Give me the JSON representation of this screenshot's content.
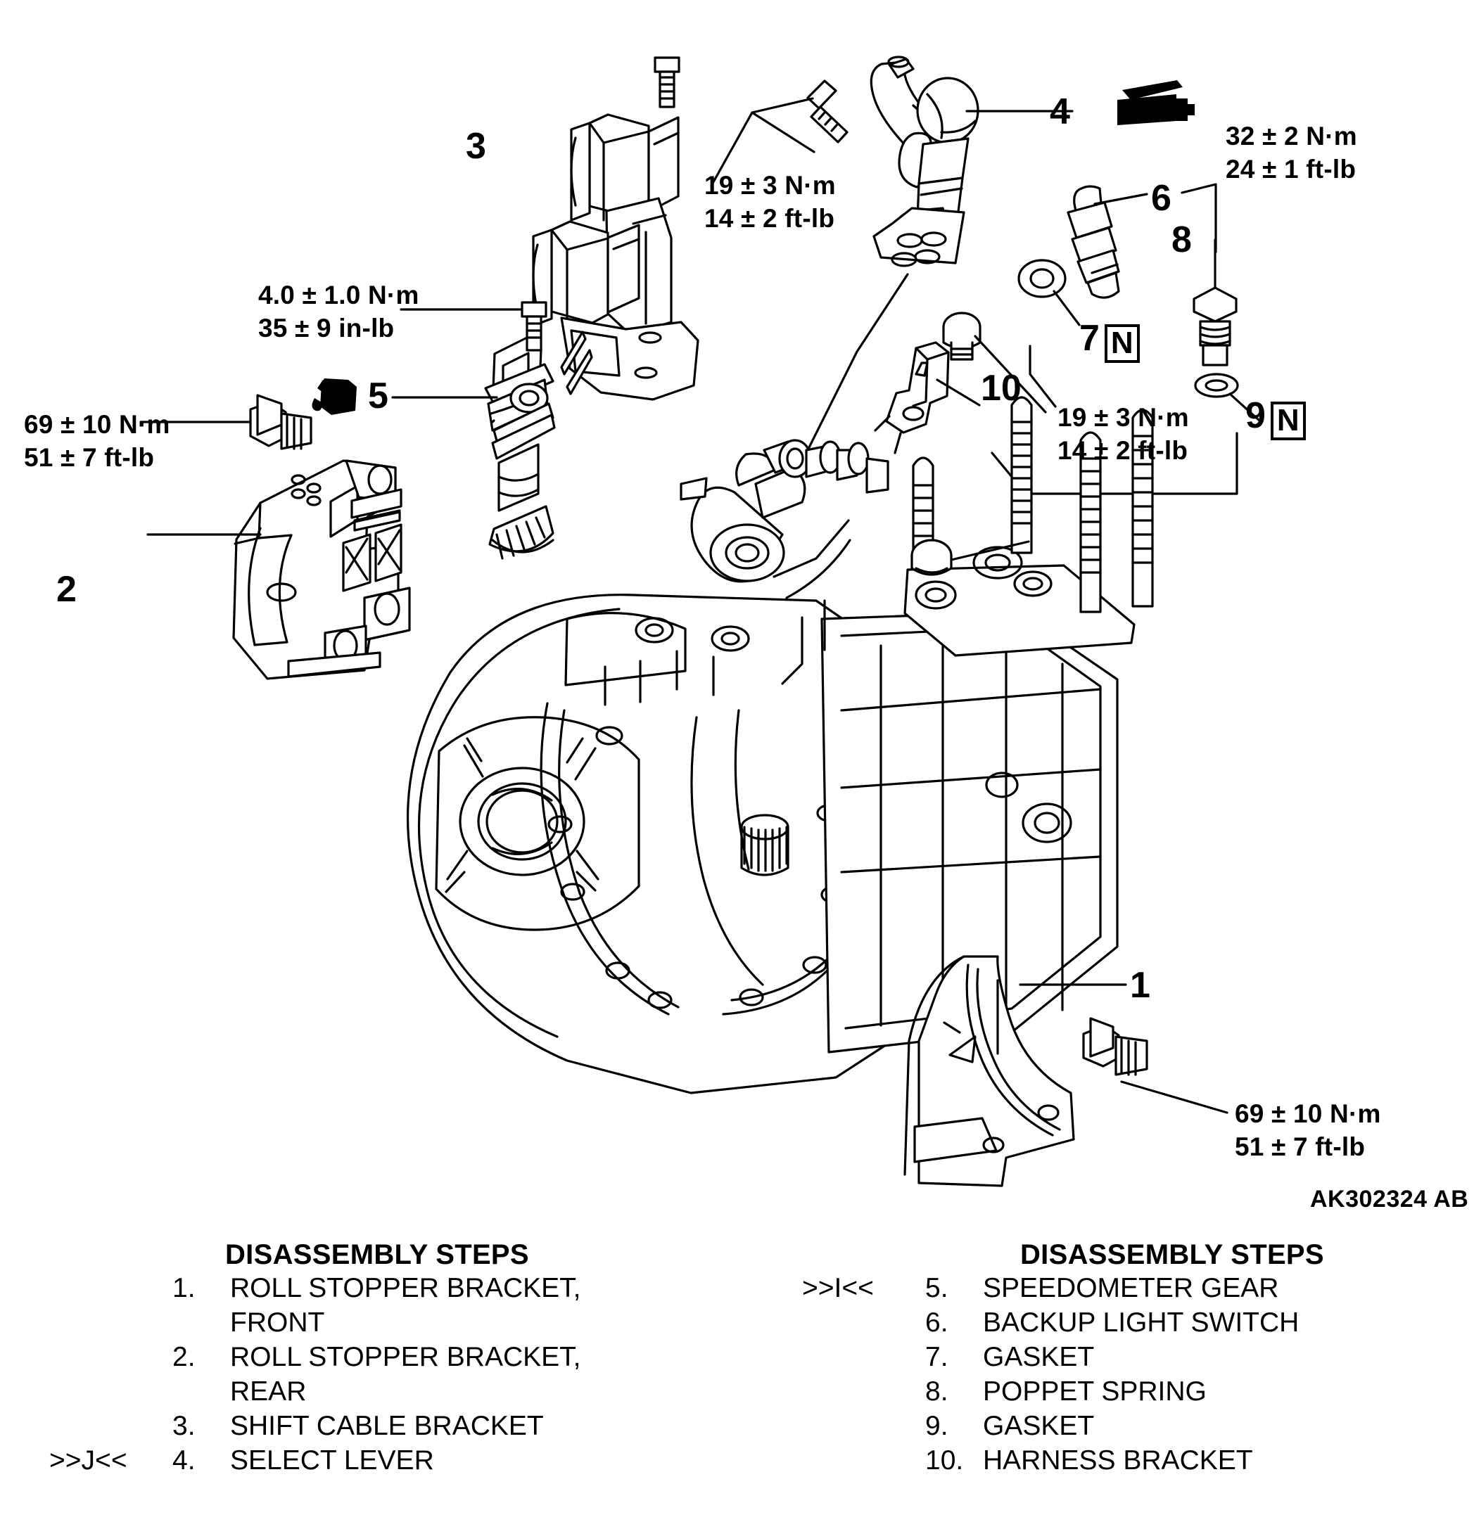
{
  "diagram": {
    "part_code": "AK302324 AB",
    "torque_specs": [
      {
        "id": "t-shiftcable",
        "metric": "19 ± 3 N·m",
        "imperial": "14 ± 2 ft-lb"
      },
      {
        "id": "t-speedo",
        "metric": "4.0 ± 1.0 N·m",
        "imperial": "35 ± 9 in-lb"
      },
      {
        "id": "t-rollrear",
        "metric": "69 ± 10 N·m",
        "imperial": "51 ± 7 ft-lb"
      },
      {
        "id": "t-backup",
        "metric": "32 ± 2 N·m",
        "imperial": "24 ± 1 ft-lb"
      },
      {
        "id": "t-harness",
        "metric": "19 ± 3 N·m",
        "imperial": "14 ± 2 ft-lb"
      },
      {
        "id": "t-rollfront",
        "metric": "69 ± 10 N·m",
        "imperial": "51 ± 7 ft-lb"
      }
    ],
    "callouts": [
      {
        "id": "c1",
        "number": "1",
        "marker": ""
      },
      {
        "id": "c2",
        "number": "2",
        "marker": ""
      },
      {
        "id": "c3",
        "number": "3",
        "marker": ""
      },
      {
        "id": "c4",
        "number": "4",
        "marker": "grease-icon"
      },
      {
        "id": "c5",
        "number": "5",
        "marker": "oil-drop-icon"
      },
      {
        "id": "c6",
        "number": "6",
        "marker": ""
      },
      {
        "id": "c7",
        "number": "7",
        "marker": "N"
      },
      {
        "id": "c8",
        "number": "8",
        "marker": ""
      },
      {
        "id": "c9",
        "number": "9",
        "marker": "N"
      },
      {
        "id": "c10",
        "number": "10",
        "marker": ""
      }
    ]
  },
  "legend_left": {
    "title": "DISASSEMBLY STEPS",
    "rows": [
      {
        "mark": "",
        "no": "1.",
        "name": "ROLL STOPPER BRACKET,\nFRONT"
      },
      {
        "mark": "",
        "no": "2.",
        "name": "ROLL STOPPER BRACKET,\nREAR"
      },
      {
        "mark": "",
        "no": "3.",
        "name": "SHIFT CABLE BRACKET"
      },
      {
        "mark": ">>J<<",
        "no": "4.",
        "name": "SELECT LEVER"
      }
    ]
  },
  "legend_right": {
    "title": "DISASSEMBLY STEPS",
    "rows": [
      {
        "mark": ">>I<<",
        "no": "5.",
        "name": "SPEEDOMETER GEAR"
      },
      {
        "mark": "",
        "no": "6.",
        "name": "BACKUP LIGHT SWITCH"
      },
      {
        "mark": "",
        "no": "7.",
        "name": "GASKET"
      },
      {
        "mark": "",
        "no": "8.",
        "name": "POPPET SPRING"
      },
      {
        "mark": "",
        "no": "9.",
        "name": "GASKET"
      },
      {
        "mark": "",
        "no": "10.",
        "name": "HARNESS BRACKET"
      }
    ]
  }
}
